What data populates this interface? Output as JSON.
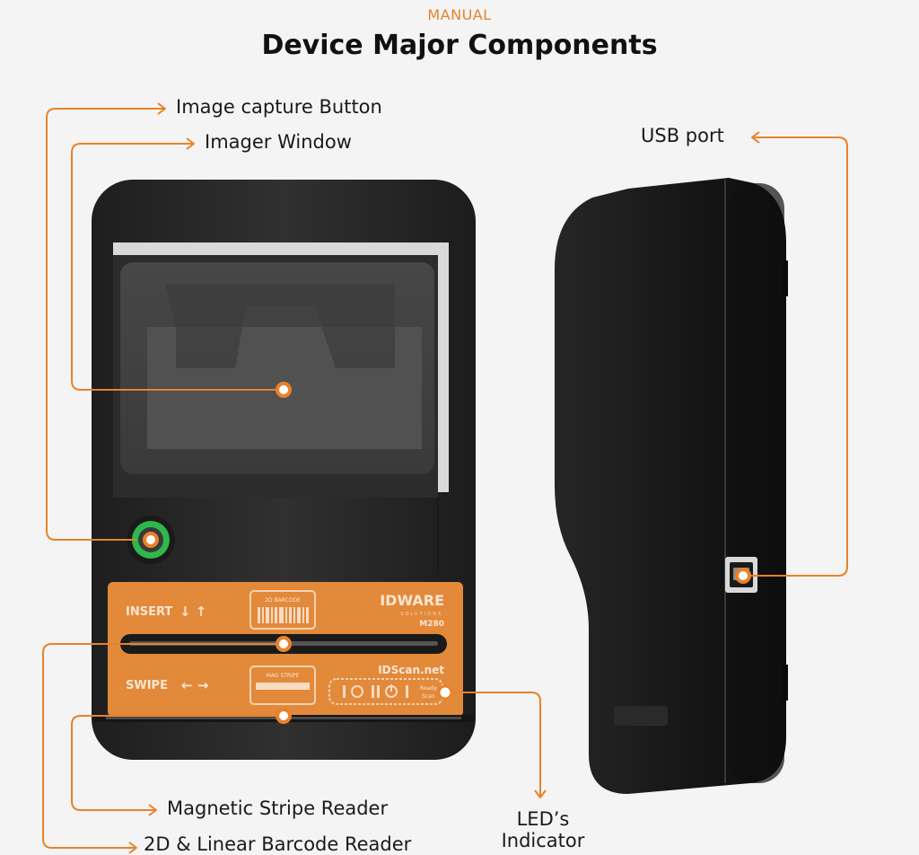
{
  "header": {
    "kicker": "MANUAL",
    "title": "Device Major Components"
  },
  "callouts": {
    "image_capture_button": "Image capture Button",
    "imager_window": "Imager Window",
    "usb_port": "USB port",
    "magnetic_stripe_reader": "Magnetic Stripe Reader",
    "barcode_reader": "2D & Linear Barcode Reader",
    "led_indicator_line1": "LED’s",
    "led_indicator_line2": "Indicator"
  },
  "device_panel": {
    "insert_label": "INSERT",
    "swipe_label": "SWIPE",
    "barcode_tag": "2D BARCODE",
    "magstripe_tag": "MAG STRIPE",
    "brand": "IDWARE",
    "brand_sub": "SOLUTIONS",
    "model": "M280",
    "website": "IDScan.net",
    "led_ready": "Ready",
    "led_scan": "Scan"
  },
  "colors": {
    "accent": "#e8822a",
    "device_body": "#2b2b2b",
    "panel": "#e3893a",
    "button_ring": "#2eb84a"
  }
}
